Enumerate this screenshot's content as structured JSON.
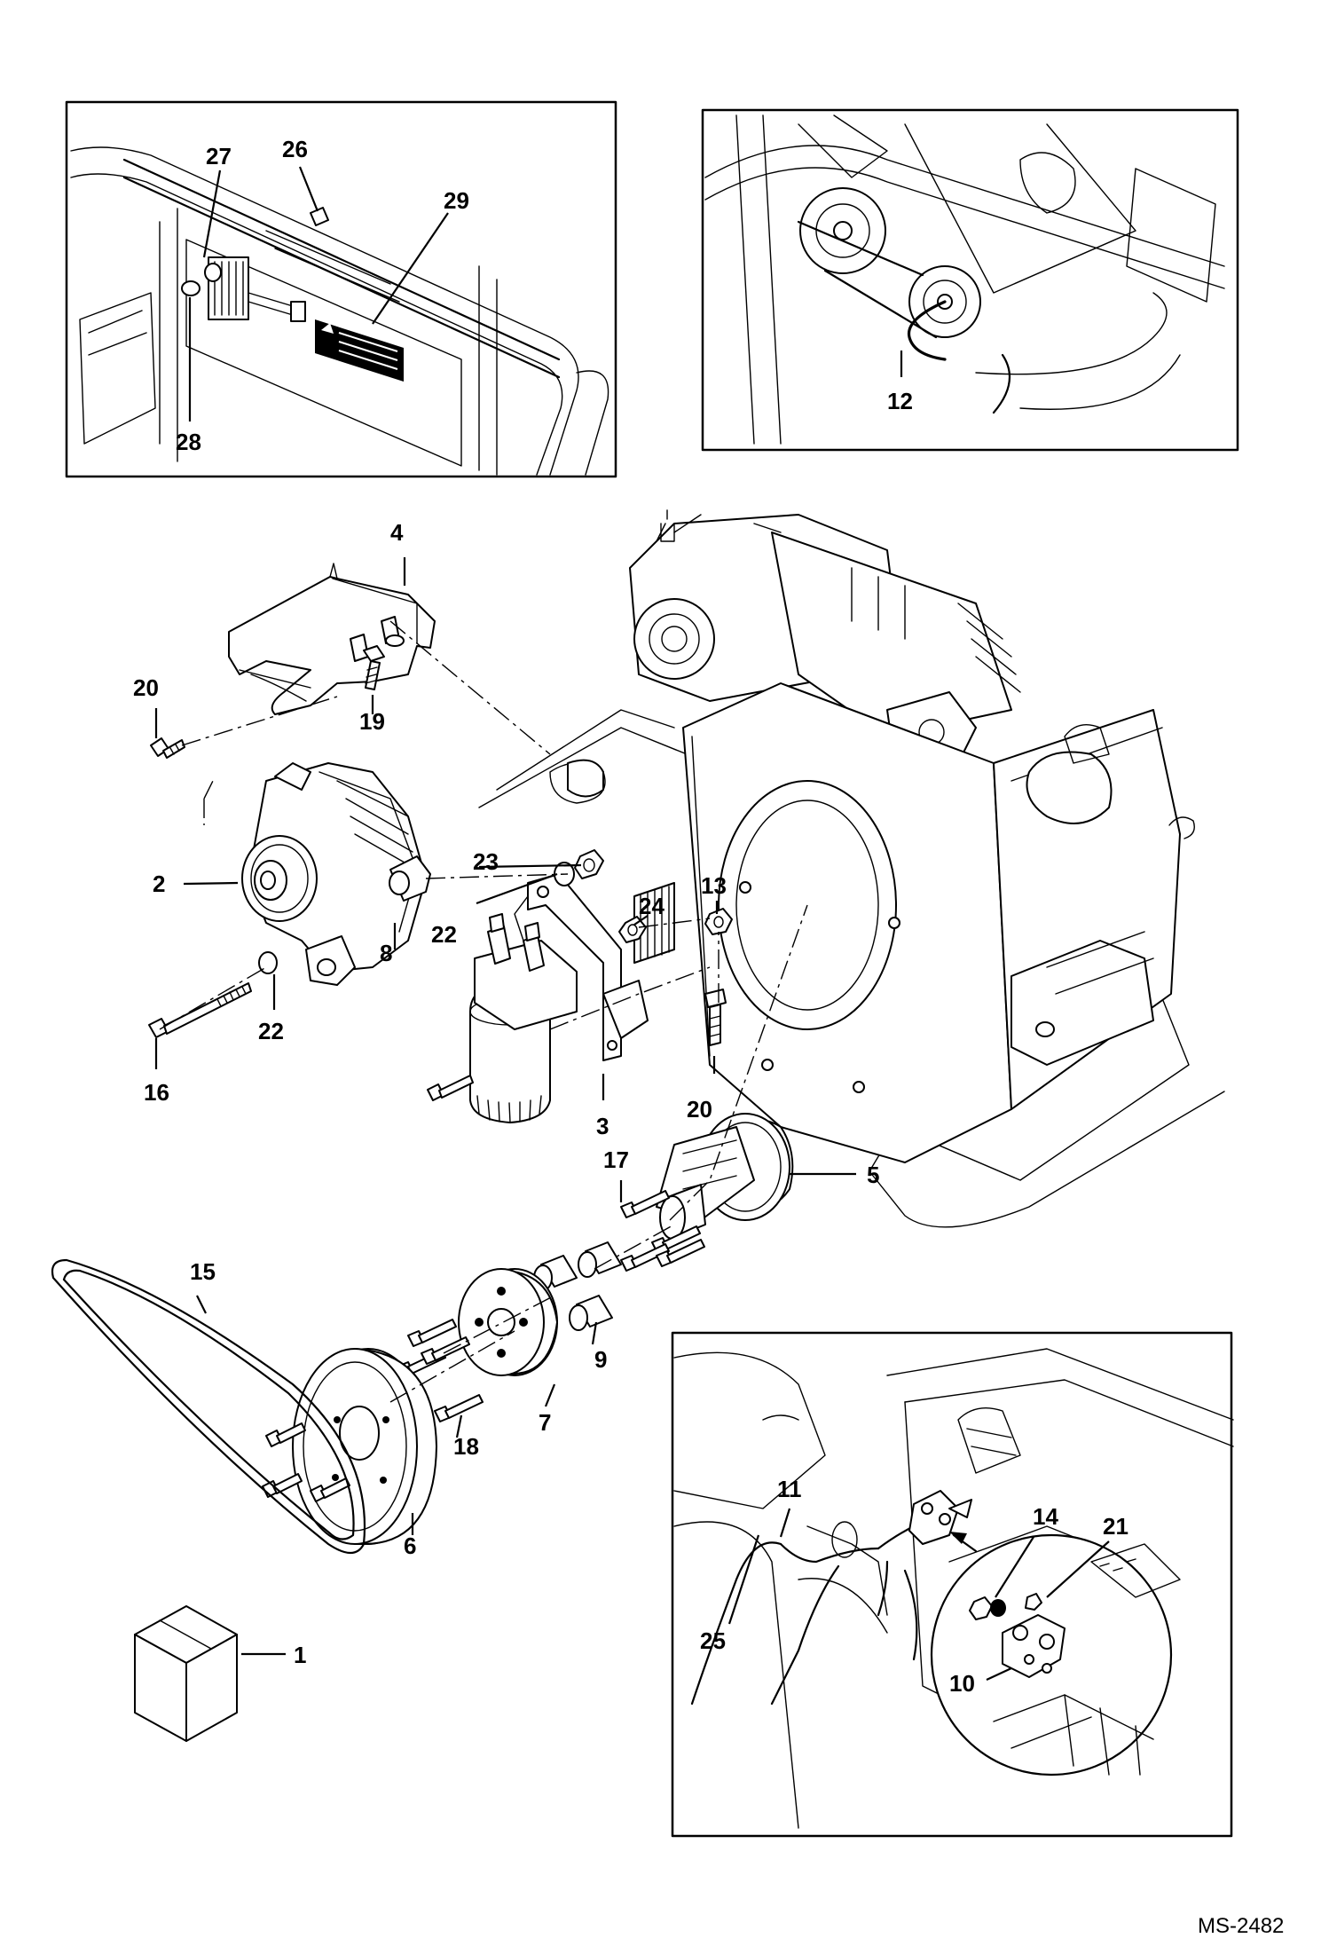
{
  "diagram": {
    "drawing_code": "MS-2482",
    "callouts": {
      "c1": "1",
      "c2": "2",
      "c3": "3",
      "c4": "4",
      "c5": "5",
      "c6": "6",
      "c7": "7",
      "c8": "8",
      "c9": "9",
      "c10": "10",
      "c11": "11",
      "c12": "12",
      "c13": "13",
      "c14": "14",
      "c15": "15",
      "c16": "16",
      "c17": "17",
      "c18": "18",
      "c19": "19",
      "c20a": "20",
      "c20b": "20",
      "c21": "21",
      "c22a": "22",
      "c22b": "22",
      "c23": "23",
      "c24": "24",
      "c25": "25",
      "c26": "26",
      "c27": "27",
      "c28": "28",
      "c29": "29"
    }
  }
}
